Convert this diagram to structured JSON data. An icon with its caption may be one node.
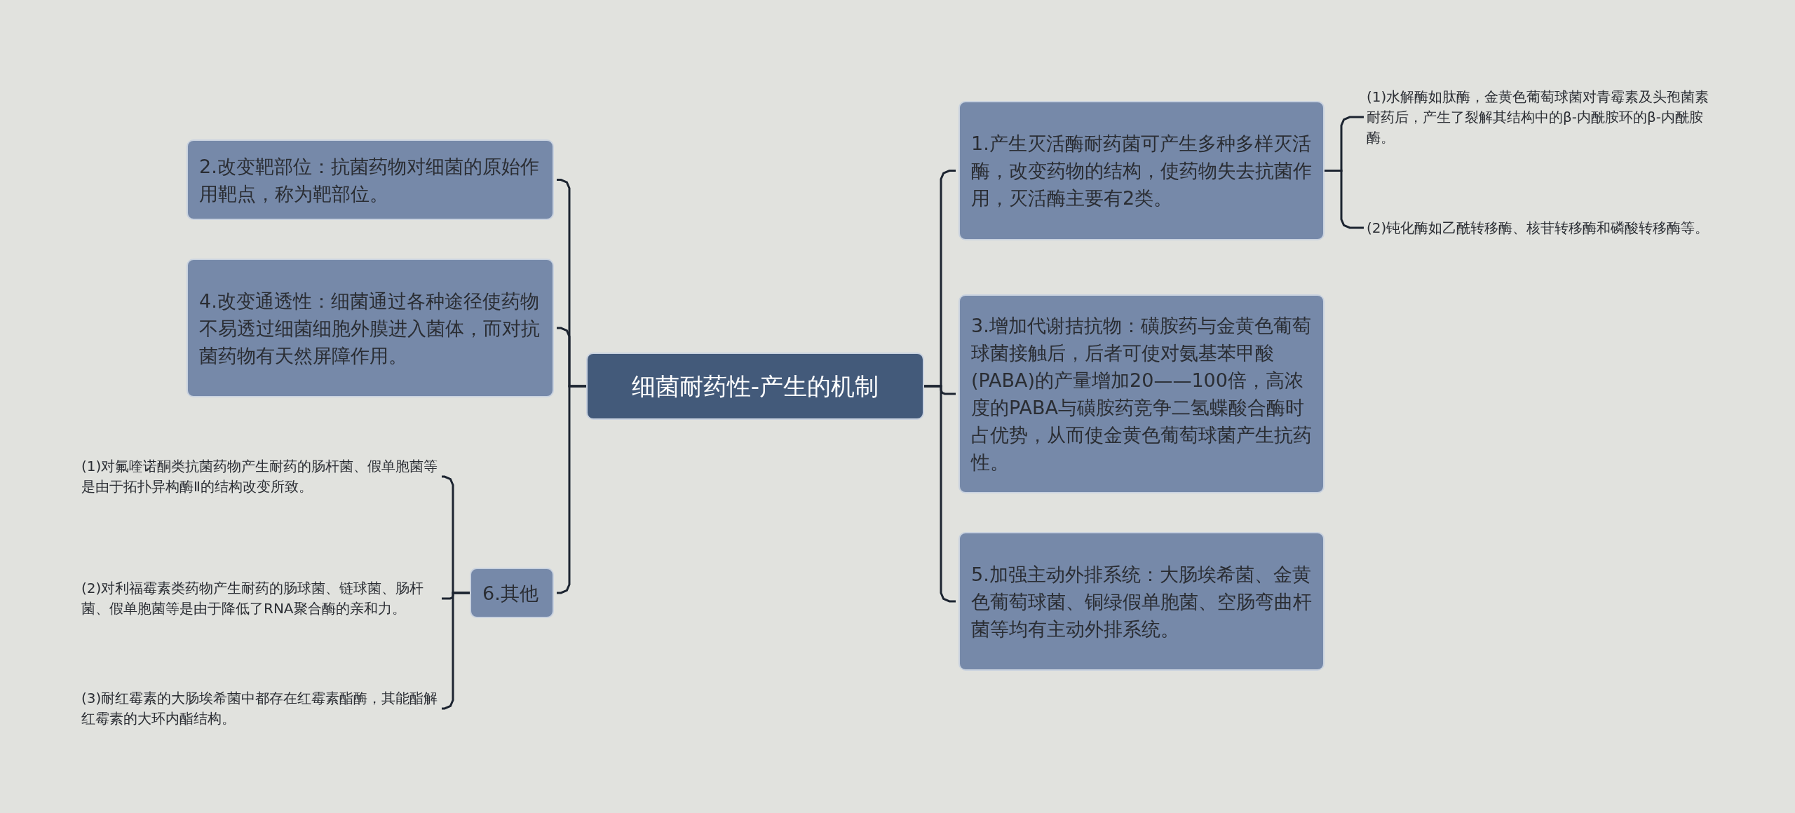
{
  "diagram": {
    "nodes": [
      {
        "text": [
          "细菌耐药性-产生的机制"
        ]
      },
      {
        "text": [
          "2.改变靶部位：抗菌药物对细菌的原始作用靶点，称为靶部位。"
        ]
      },
      {
        "text": [
          "4.改变通透性：细菌通过各种途径使药物不易透过细菌细胞外膜进入菌体，而对抗菌药物有天然屏障作用。"
        ]
      },
      {
        "text": [
          "6.其他"
        ]
      },
      {
        "text": [
          "(1)对氟喹诺酮类抗菌药物产生耐药的肠杆菌、假单胞菌等是由于拓扑异构酶Ⅱ的结构改变所致。"
        ]
      },
      {
        "text": [
          "(2)对利福霉素类药物产生耐药的肠球菌、链球菌、肠杆菌、假单胞菌等是由于降低了RNA聚合酶的亲和力。"
        ]
      },
      {
        "text": [
          "(3)耐红霉素的大肠埃希菌中都存在红霉素酯酶，其能酯解红霉素的大环内酯结构。"
        ]
      },
      {
        "text": [
          "1.产生灭活酶耐药菌可产生多种多样灭活酶，改变药物的结构，使药物失去抗菌作用，灭活酶主要有2类。"
        ]
      },
      {
        "text": [
          "(1)水解酶如肽酶，金黄色葡萄球菌对青霉素及头孢菌素耐药后，产生了裂解其结构中的β-内酰胺环的β-内酰胺酶。"
        ]
      },
      {
        "text": [
          "(2)钝化酶如乙酰转移酶、核苷转移酶和磷酸转移酶等。"
        ]
      },
      {
        "text": [
          "3.增加代谢拮抗物：磺胺药与金黄色葡萄球菌接触后，后者可使对氨基苯甲酸(PABA)的产量增加20——100倍，高浓度的PABA与磺胺药竞争二氢蝶酸合酶时占优势，从而使金黄色葡萄球菌产生抗药性。"
        ]
      },
      {
        "text": [
          "5.加强主动外排系统：大肠埃希菌、金黄色葡萄球菌、铜绿假单胞菌、空肠弯曲杆菌等均有主动外排系统。"
        ]
      }
    ],
    "edges": [
      {
        "from": 0,
        "to": 1,
        "arrow": "none"
      },
      {
        "from": 0,
        "to": 2,
        "arrow": "none"
      },
      {
        "from": 0,
        "to": 3,
        "arrow": "none"
      },
      {
        "from": 3,
        "to": 4,
        "arrow": "none"
      },
      {
        "from": 3,
        "to": 5,
        "arrow": "none"
      },
      {
        "from": 3,
        "to": 6,
        "arrow": "none"
      },
      {
        "from": 0,
        "to": 7,
        "arrow": "none"
      },
      {
        "from": 7,
        "to": 8,
        "arrow": "none"
      },
      {
        "from": 7,
        "to": 9,
        "arrow": "none"
      },
      {
        "from": 0,
        "to": 10,
        "arrow": "none"
      },
      {
        "from": 0,
        "to": 11,
        "arrow": "none"
      }
    ]
  }
}
